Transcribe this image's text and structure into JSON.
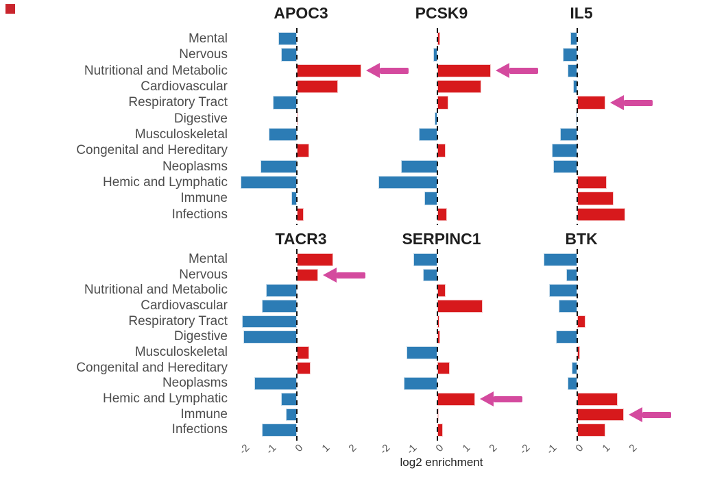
{
  "chart_data": {
    "type": "bar",
    "orientation": "horizontal",
    "xlabel": "log2 enrichment",
    "x_ticks": [
      -2,
      -1,
      0,
      1,
      2
    ],
    "xlim": [
      -2.3,
      2.6
    ],
    "grid": false,
    "zero_line_style": "dashed",
    "legend": null,
    "categories": [
      "Mental",
      "Nervous",
      "Nutritional and Metabolic",
      "Cardiovascular",
      "Respiratory Tract",
      "Digestive",
      "Musculoskeletal",
      "Congenital and Hereditary",
      "Neoplasms",
      "Hemic and Lymphatic",
      "Immune",
      "Infections"
    ],
    "facets": [
      {
        "name": "APOC3",
        "values": [
          -0.7,
          -0.6,
          2.4,
          1.55,
          -0.9,
          0.05,
          -1.05,
          0.45,
          -1.35,
          -2.1,
          -0.2,
          0.25
        ],
        "arrow_category": "Nutritional and Metabolic"
      },
      {
        "name": "PCSK9",
        "values": [
          0.1,
          -0.15,
          2.0,
          1.65,
          0.4,
          -0.1,
          -0.7,
          0.3,
          -1.35,
          -2.2,
          -0.5,
          0.35
        ],
        "arrow_category": "Nutritional and Metabolic"
      },
      {
        "name": "IL5",
        "values": [
          -0.25,
          -0.55,
          -0.35,
          -0.15,
          1.05,
          -0.05,
          -0.65,
          -0.95,
          -0.9,
          1.1,
          1.35,
          1.8
        ],
        "arrow_category": "Respiratory Tract"
      },
      {
        "name": "TACR3",
        "values": [
          1.35,
          0.8,
          -1.15,
          -1.3,
          -2.05,
          -2.0,
          0.45,
          0.5,
          -1.6,
          -0.6,
          -0.4,
          -1.3
        ],
        "arrow_category": "Nervous"
      },
      {
        "name": "SERPINC1",
        "values": [
          -0.9,
          -0.55,
          0.3,
          1.7,
          0.07,
          0.1,
          -1.15,
          0.45,
          -1.25,
          1.4,
          0.05,
          0.2
        ],
        "arrow_category": "Hemic and Lymphatic"
      },
      {
        "name": "BTK",
        "values": [
          -1.25,
          -0.4,
          -1.05,
          -0.7,
          0.3,
          -0.8,
          0.1,
          -0.2,
          -0.35,
          1.5,
          1.75,
          1.05
        ],
        "arrow_category": "Immune"
      }
    ],
    "colors": {
      "positive_bar": "#d7191c",
      "negative_bar": "#2c7cb5",
      "arrow": "#d44a9e",
      "category_label": "#4d4d4d",
      "tick_label": "#555555",
      "facet_title": "#1f1f1f",
      "zero_line": "#151515"
    }
  },
  "decorations": {
    "corner_marker_color": "#c9252d"
  }
}
